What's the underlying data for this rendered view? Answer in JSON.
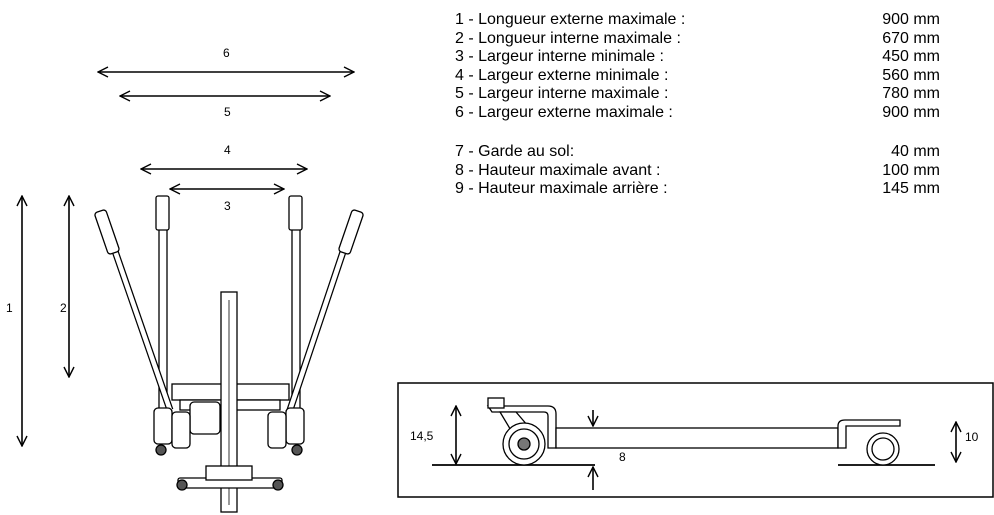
{
  "specs": {
    "group1": [
      {
        "label": "1 - Longueur externe maximale :",
        "value": "900 mm"
      },
      {
        "label": "2 - Longueur interne maximale :",
        "value": "670 mm"
      },
      {
        "label": "3 - Largeur interne minimale :",
        "value": "450 mm"
      },
      {
        "label": "4 - Largeur externe minimale :",
        "value": "560 mm"
      },
      {
        "label": "5 - Largeur interne maximale :",
        "value": "780 mm"
      },
      {
        "label": "6 - Largeur externe maximale :",
        "value": "900 mm"
      }
    ],
    "group2": [
      {
        "label": "7 - Garde au sol:",
        "value": "40 mm"
      },
      {
        "label": "8 - Hauteur maximale avant :",
        "value": "100 mm"
      },
      {
        "label": "9 - Hauteur maximale arrière :",
        "value": "145 mm"
      }
    ]
  },
  "top_view": {
    "labels": {
      "d1": "1",
      "d2": "2",
      "d3": "3",
      "d4": "4",
      "d5": "5",
      "d6": "6"
    }
  },
  "side_view": {
    "labels": {
      "rear_height": "14,5",
      "front_height": "10",
      "clearance": "8"
    }
  }
}
